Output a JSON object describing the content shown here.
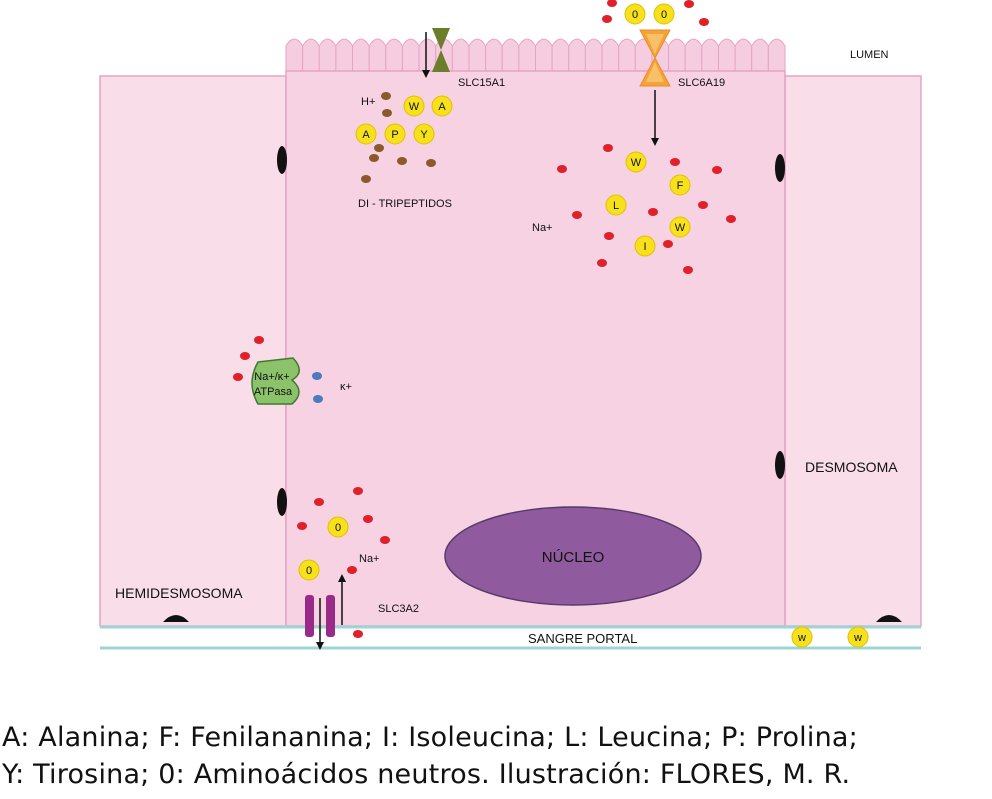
{
  "labels": {
    "lumen": "LUMEN",
    "slc15a1": "SLC15A1",
    "slc6a19": "SLC6A19",
    "h_plus": "H+",
    "di_tripeptidos": "DI - TRIPEPTIDOS",
    "na_plus_top": "Na+",
    "k_plus": "κ+",
    "pump_line1": "Na+/κ+",
    "pump_line2": "ATPasa",
    "desmosoma": "DESMOSOMA",
    "hemidesmosoma": "HEMIDESMOSOMA",
    "nucleo": "NÚCLEO",
    "na_plus_bottom": "Na+",
    "slc3a2": "SLC3A2",
    "sangre_portal": "SANGRE PORTAL"
  },
  "amino": {
    "w_dipep": "W",
    "a_dipep": "A",
    "a_tri": "A",
    "p_tri": "P",
    "y_tri": "Y",
    "o_lumen_1": "0",
    "o_lumen_2": "0",
    "w_cell_1": "W",
    "f_cell": "F",
    "l_cell": "L",
    "w_cell_2": "W",
    "i_cell": "I",
    "o_basal_1": "0",
    "o_basal_2": "0",
    "w_blood_1": "w",
    "w_blood_2": "w"
  },
  "caption": {
    "line1": "A: Alanina; F: Fenilananina; I: Isoleucina; L: Leucina; P: Prolina;",
    "line2": "Y: Tirosina; 0: Aminoácidos neutros. Ilustración: FLORES, M. R."
  },
  "colors": {
    "cell_fill": "#f7d2e3",
    "side_cell_fill": "#f9dde9",
    "membrane": "#e6a3c4",
    "nucleus": "#8f5b9e",
    "amino_yellow": "#f7e11c",
    "sodium_red": "#e0202a",
    "potassium_blue": "#4b7bbf",
    "peptide_brown": "#8b5a2b",
    "pump_green": "#8cc36a",
    "slc15a1_green": "#6b7f2a",
    "slc6a19_orange": "#f6a23a",
    "slc3a2_purple": "#9a2a87",
    "blood_line": "#9fd4d4"
  }
}
